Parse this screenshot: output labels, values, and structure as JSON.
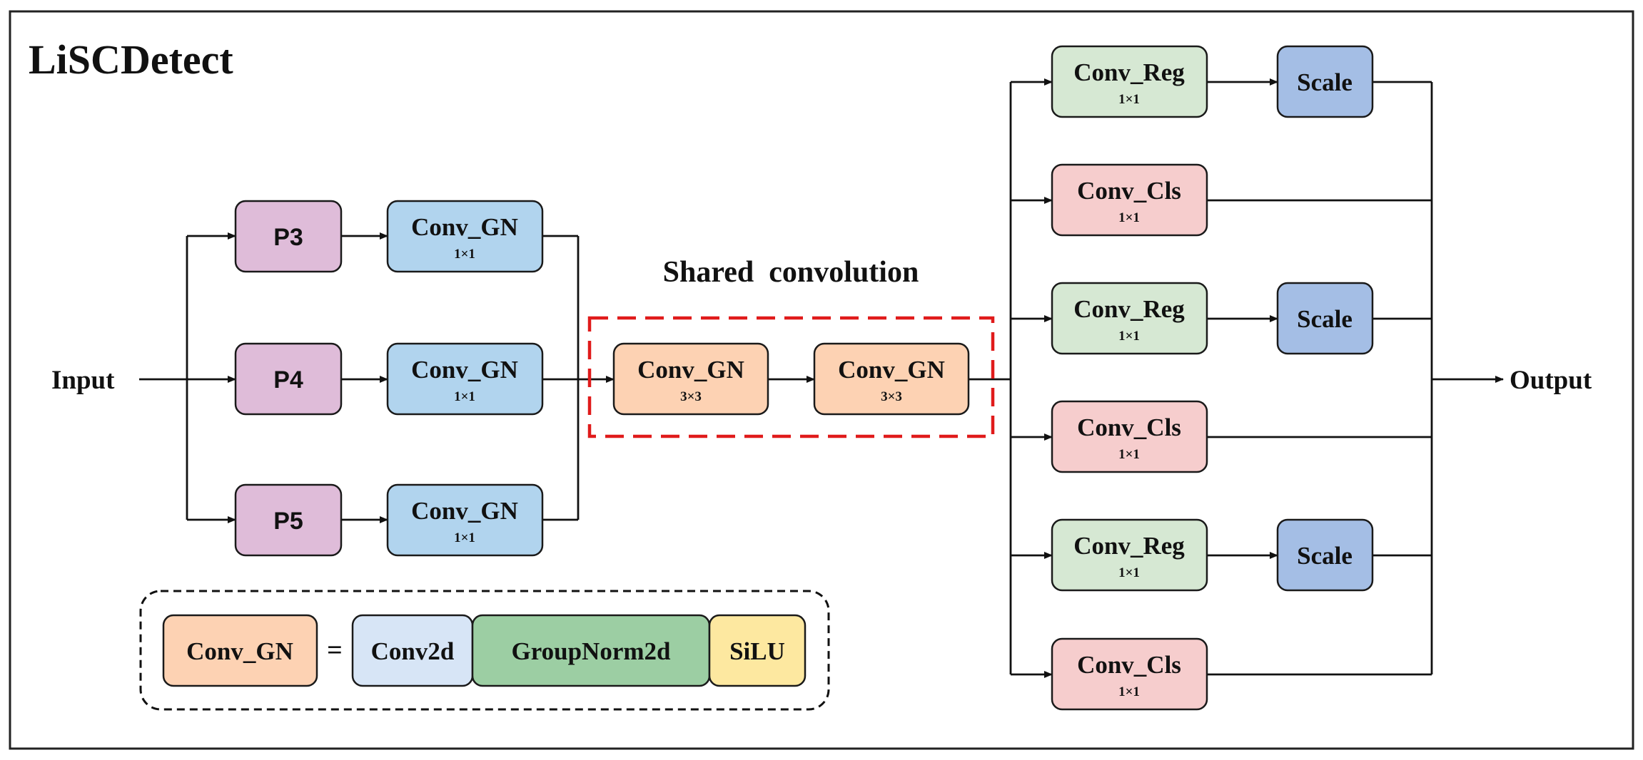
{
  "title": "LiSCDetect",
  "input_label": "Input",
  "output_label": "Output",
  "shared_label": "Shared  convolution",
  "pyramid": [
    {
      "level": "P3",
      "conv": "Conv_GN",
      "kernel": "1×1"
    },
    {
      "level": "P4",
      "conv": "Conv_GN",
      "kernel": "1×1"
    },
    {
      "level": "P5",
      "conv": "Conv_GN",
      "kernel": "1×1"
    }
  ],
  "shared": [
    {
      "name": "Conv_GN",
      "kernel": "3×3"
    },
    {
      "name": "Conv_GN",
      "kernel": "3×3"
    }
  ],
  "heads": [
    {
      "name": "Conv_Reg",
      "kernel": "1×1",
      "scale": "Scale",
      "kind": "reg"
    },
    {
      "name": "Conv_Cls",
      "kernel": "1×1",
      "kind": "cls"
    },
    {
      "name": "Conv_Reg",
      "kernel": "1×1",
      "scale": "Scale",
      "kind": "reg"
    },
    {
      "name": "Conv_Cls",
      "kernel": "1×1",
      "kind": "cls"
    },
    {
      "name": "Conv_Reg",
      "kernel": "1×1",
      "scale": "Scale",
      "kind": "reg"
    },
    {
      "name": "Conv_Cls",
      "kernel": "1×1",
      "kind": "cls"
    }
  ],
  "legend": {
    "lhs": "Conv_GN",
    "equals": "=",
    "parts": [
      "Conv2d",
      "GroupNorm2d",
      "SiLU"
    ]
  },
  "colors": {
    "pyramid": "#dfbcd9",
    "conv1x1": "#b1d4ee",
    "shared": "#fdd2b3",
    "reg": "#d6e8d3",
    "cls": "#f6cdcd",
    "scale": "#a4bee5",
    "conv2d": "#d7e5f6",
    "groupnorm": "#9ccea3",
    "silu": "#fde8a0",
    "dashed_red": "#e01b1b"
  }
}
